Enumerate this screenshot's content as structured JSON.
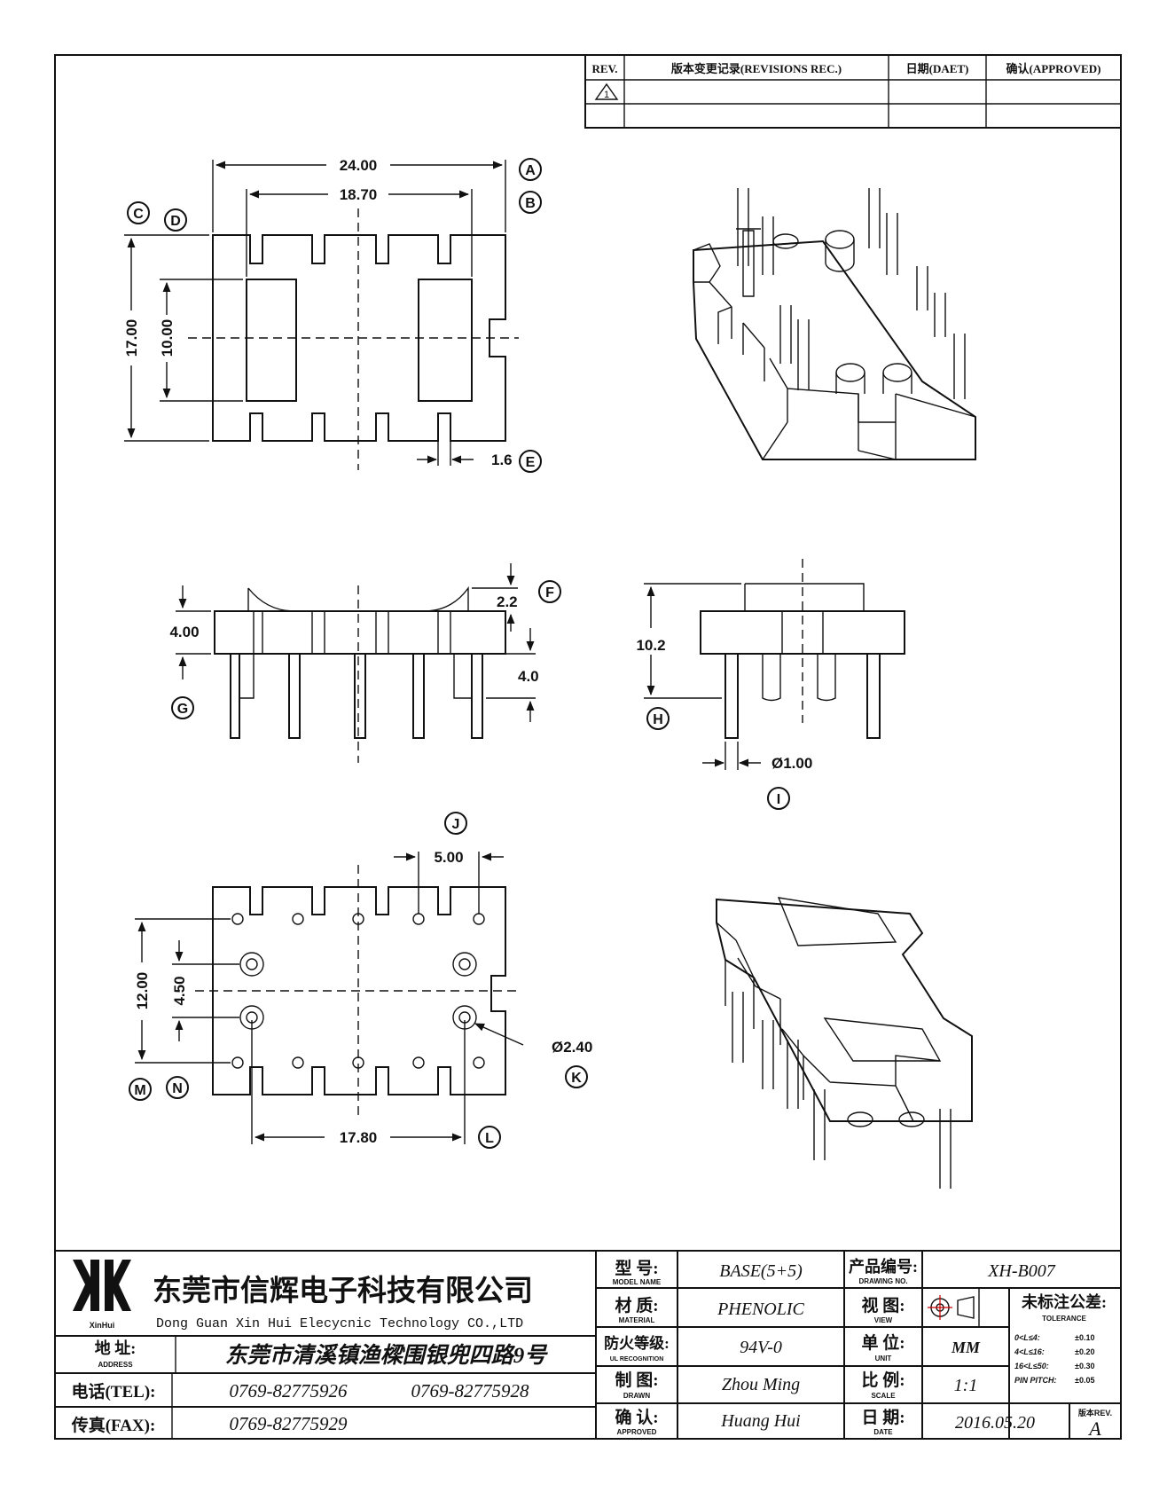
{
  "revision_table": {
    "headers": [
      "REV.",
      "版本变更记录(REVISIONS REC.)",
      "日期(DAET)",
      "确认(APPROVED)"
    ],
    "rev_mark": "1"
  },
  "dimensions": {
    "top_view": {
      "width": "24.00",
      "inner_width": "18.70",
      "height": "17.00",
      "window_height": "10.00",
      "slot": "1.6"
    },
    "side_view": {
      "flange": "2.2",
      "body_height": "4.00",
      "pin_length": "4.0"
    },
    "end_view": {
      "total_height": "10.2",
      "pin_diameter": "Ø1.00"
    },
    "bottom_view": {
      "pitch": "5.00",
      "row_span": "12.00",
      "hole_pitch": "4.50",
      "hole_diameter": "Ø2.40",
      "hole_span": "17.80"
    }
  },
  "callouts": [
    "A",
    "B",
    "C",
    "D",
    "E",
    "F",
    "G",
    "H",
    "I",
    "J",
    "K",
    "L",
    "M",
    "N"
  ],
  "title_block": {
    "logo_text": "XinHui",
    "company_cn": "东莞市信辉电子科技有限公司",
    "company_en": "Dong Guan Xin Hui Elecycnic Technology CO.,LTD",
    "address_label": "地 址:",
    "address_label_en": "ADDRESS",
    "address": "东莞市清溪镇渔樑围银兜四路9号",
    "tel_label": "电话(TEL):",
    "tel_1": "0769-82775926",
    "tel_2": "0769-82775928",
    "fax_label": "传真(FAX):",
    "fax": "0769-82775929",
    "model_label": "型 号:",
    "model_label_en": "MODEL NAME",
    "model": "BASE(5+5)",
    "material_label": "材 质:",
    "material_label_en": "MATERIAL",
    "material": "PHENOLIC",
    "ul_label": "防火等级:",
    "ul_label_en": "UL RECOGNITION",
    "ul": "94V-0",
    "drawn_label": "制 图:",
    "drawn_label_en": "DRAWN",
    "drawn": "Zhou Ming",
    "approved_label": "确 认:",
    "approved_label_en": "APPROVED",
    "approved": "Huang Hui",
    "drawing_no_label": "产品编号:",
    "drawing_no_label_en": "DRAWING NO.",
    "drawing_no": "XH-B007",
    "view_label": "视 图:",
    "view_label_en": "VIEW",
    "unit_label": "单 位:",
    "unit_label_en": "UNIT",
    "unit": "MM",
    "scale_label": "比 例:",
    "scale_label_en": "SCALE",
    "scale": "1:1",
    "date_label": "日 期:",
    "date_label_en": "DATE",
    "date": "2016.05.20",
    "tolerance_label": "未标注公差:",
    "tolerance_label_en": "TOLERANCE",
    "tolerances": [
      {
        "range": "0<L≤4:",
        "value": "±0.10"
      },
      {
        "range": "4<L≤16:",
        "value": "±0.20"
      },
      {
        "range": "16<L≤50:",
        "value": "±0.30"
      },
      {
        "range": "PIN PITCH:",
        "value": "±0.05"
      }
    ],
    "rev_label": "版本REV.",
    "rev": "A"
  }
}
